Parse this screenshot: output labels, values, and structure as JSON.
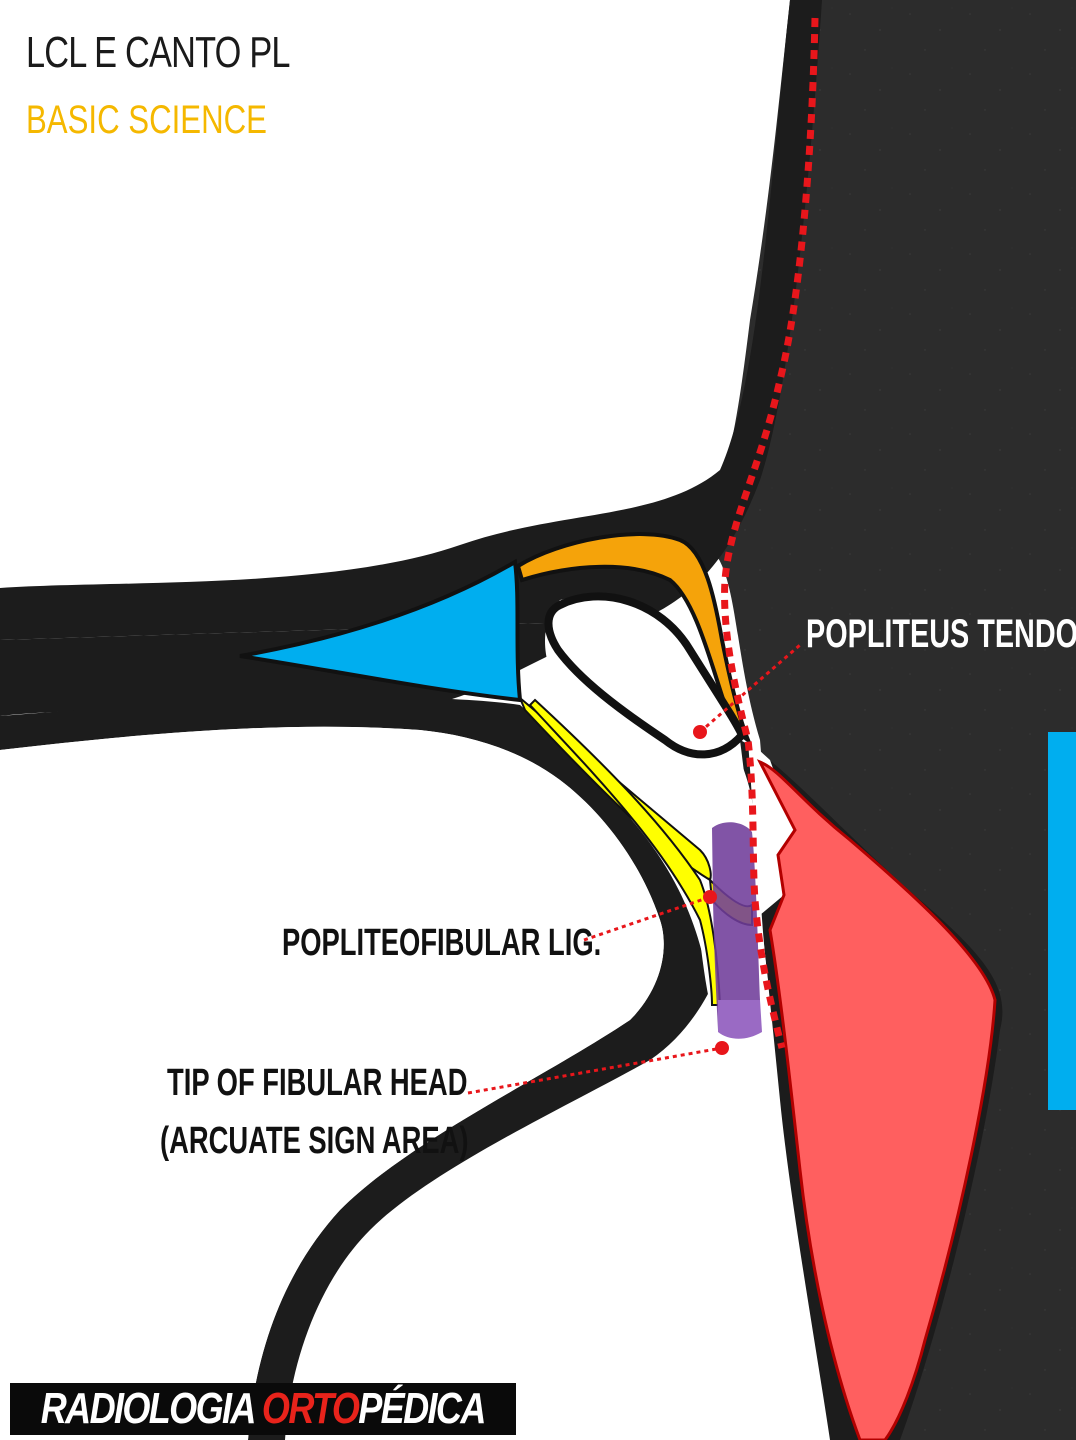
{
  "header": {
    "title": "LCL E CANTO PL",
    "subtitle": "BASIC SCIENCE"
  },
  "labels": {
    "popliteus_tendon": "POPLITEUS TENDON",
    "popliteofibular": "POPLITEOFIBULAR LIG.",
    "tip_line1": "TIP OF FIBULAR HEAD",
    "tip_line2": "(ARCUATE SIGN AREA)"
  },
  "logo": {
    "part1": "RADIOLOGIA ",
    "part2": "ORTO",
    "part3": "PÉDICA"
  },
  "colors": {
    "background_dark": "#2b2b2b",
    "blue": "#00aeef",
    "orange": "#f5a30a",
    "yellow": "#ffff00",
    "purple": "#6f3c9a",
    "red_muscle": "#ff5f5f",
    "leader_red": "#e8161b",
    "title_yellow": "#f5b800"
  }
}
